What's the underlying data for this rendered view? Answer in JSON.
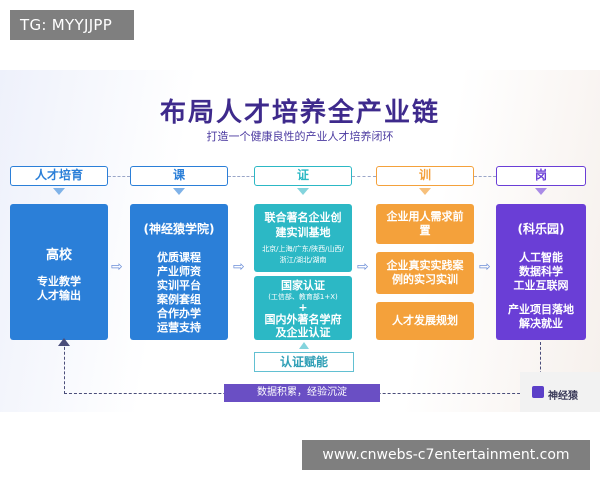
{
  "watermark": {
    "tg": "TG: MYYJJPP",
    "url": "www.cnwebs-c7entertainment.com"
  },
  "title": "布局人才培养全产业链",
  "subtitle": "打造一个健康良性的产业人才培养闭环",
  "headers": [
    "人才培育",
    "课",
    "证",
    "训",
    "岗"
  ],
  "col1": {
    "title": "高校",
    "lines": [
      "专业教学",
      "人才输出"
    ]
  },
  "col2": {
    "title": "(神经猿学院)",
    "lines": [
      "优质课程",
      "产业师资",
      "实训平台",
      "案例套组",
      "合作办学",
      "运营支持"
    ]
  },
  "col3": {
    "top_title": "联合著名企业创建实训基地",
    "top_sub": "北京/上海/广东/陕西/山西/浙江/湖北/湖南",
    "bottom_title": "国家认证",
    "bottom_sub": "(工信部、教育部1+X)",
    "plus": "+",
    "bottom_title2": "国内外著名学府及企业认证"
  },
  "col4": {
    "items": [
      "企业用人需求前置",
      "企业真实实践案例的实习实训",
      "人才发展规划"
    ]
  },
  "col5": {
    "title": "(科乐园)",
    "lines1": [
      "人工智能",
      "数据科学",
      "工业互联网"
    ],
    "lines2": [
      "产业项目落地",
      "解决就业"
    ]
  },
  "cert": "认证赋能",
  "footer": "数据积累，经验沉淀",
  "logo": "神经猿",
  "colors": {
    "blue": "#2b7fd8",
    "teal": "#2cb8c5",
    "orange": "#f4a13b",
    "purple": "#6a3ed6",
    "title": "#3e2a8c"
  }
}
